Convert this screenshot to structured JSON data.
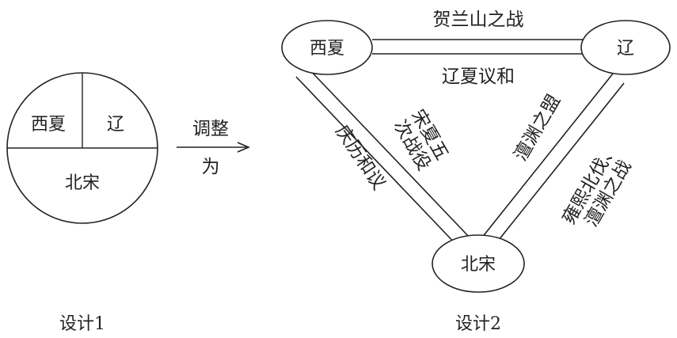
{
  "design1": {
    "cells": {
      "top_left": "西夏",
      "top_right": "辽",
      "bottom": "北宋"
    },
    "caption": "设计1"
  },
  "transition": {
    "line1": "调整",
    "line2": "为"
  },
  "design2": {
    "nodes": {
      "xixia": "西夏",
      "liao": "辽",
      "beisong": "北宋"
    },
    "edges": {
      "xixia_liao_top": "贺兰山之战",
      "xixia_liao_bottom": "辽夏议和",
      "xixia_beisong_outer": "庆历和议",
      "xixia_beisong_inner": [
        "宋夏五",
        "次战役"
      ],
      "liao_beisong_inner": "澶渊之盟",
      "liao_beisong_outer": [
        "雍熙北伐、",
        "澶渊之战"
      ]
    },
    "caption": "设计2"
  }
}
